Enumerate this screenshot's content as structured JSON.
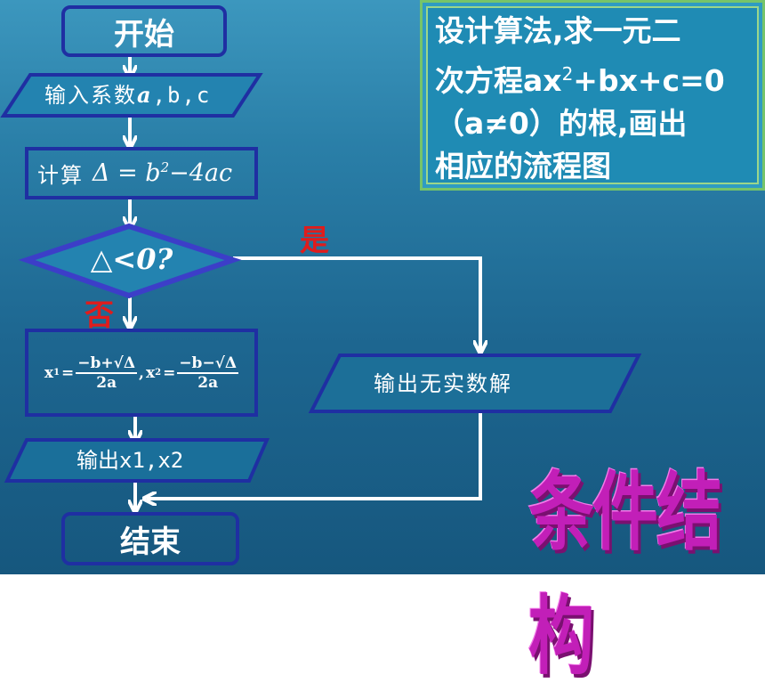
{
  "problem": {
    "line1": "设计算法,求一元二",
    "line2_pre": "次方程ax",
    "line2_sup": "2",
    "line2_post": "+bx+c=0",
    "line3": "（a≠0）的根,画出",
    "line4": "相应的流程图"
  },
  "flow": {
    "start": "开始",
    "input_prefix": "输入系数",
    "input_a": "a",
    "input_rest": ",b,c",
    "compute_prefix": "计算",
    "compute_formula_pre": "Δ = b",
    "compute_formula_sup": "2",
    "compute_formula_post": "−4ac",
    "decision": "△<0?",
    "yes_label": "是",
    "no_label": "否",
    "roots_x1": "x",
    "roots_x1_sub": "1",
    "roots_num1": "−b+√Δ",
    "roots_den": "2a",
    "roots_sep": ",",
    "roots_x2": "x",
    "roots_x2_sub": "2",
    "roots_num2": "−b−√Δ",
    "roots_eq": "=",
    "output_roots": "输出x1,x2",
    "output_none": "输出无实数解",
    "end": "结束"
  },
  "title_art": "条件结构",
  "colors": {
    "shape_border": "#1f2fa2",
    "arrow": "#ffffff",
    "label_red": "#e01c1c",
    "title_art": "#c21fb8",
    "problem_bg": "#1f8bb4",
    "problem_border": "#76c46a"
  }
}
